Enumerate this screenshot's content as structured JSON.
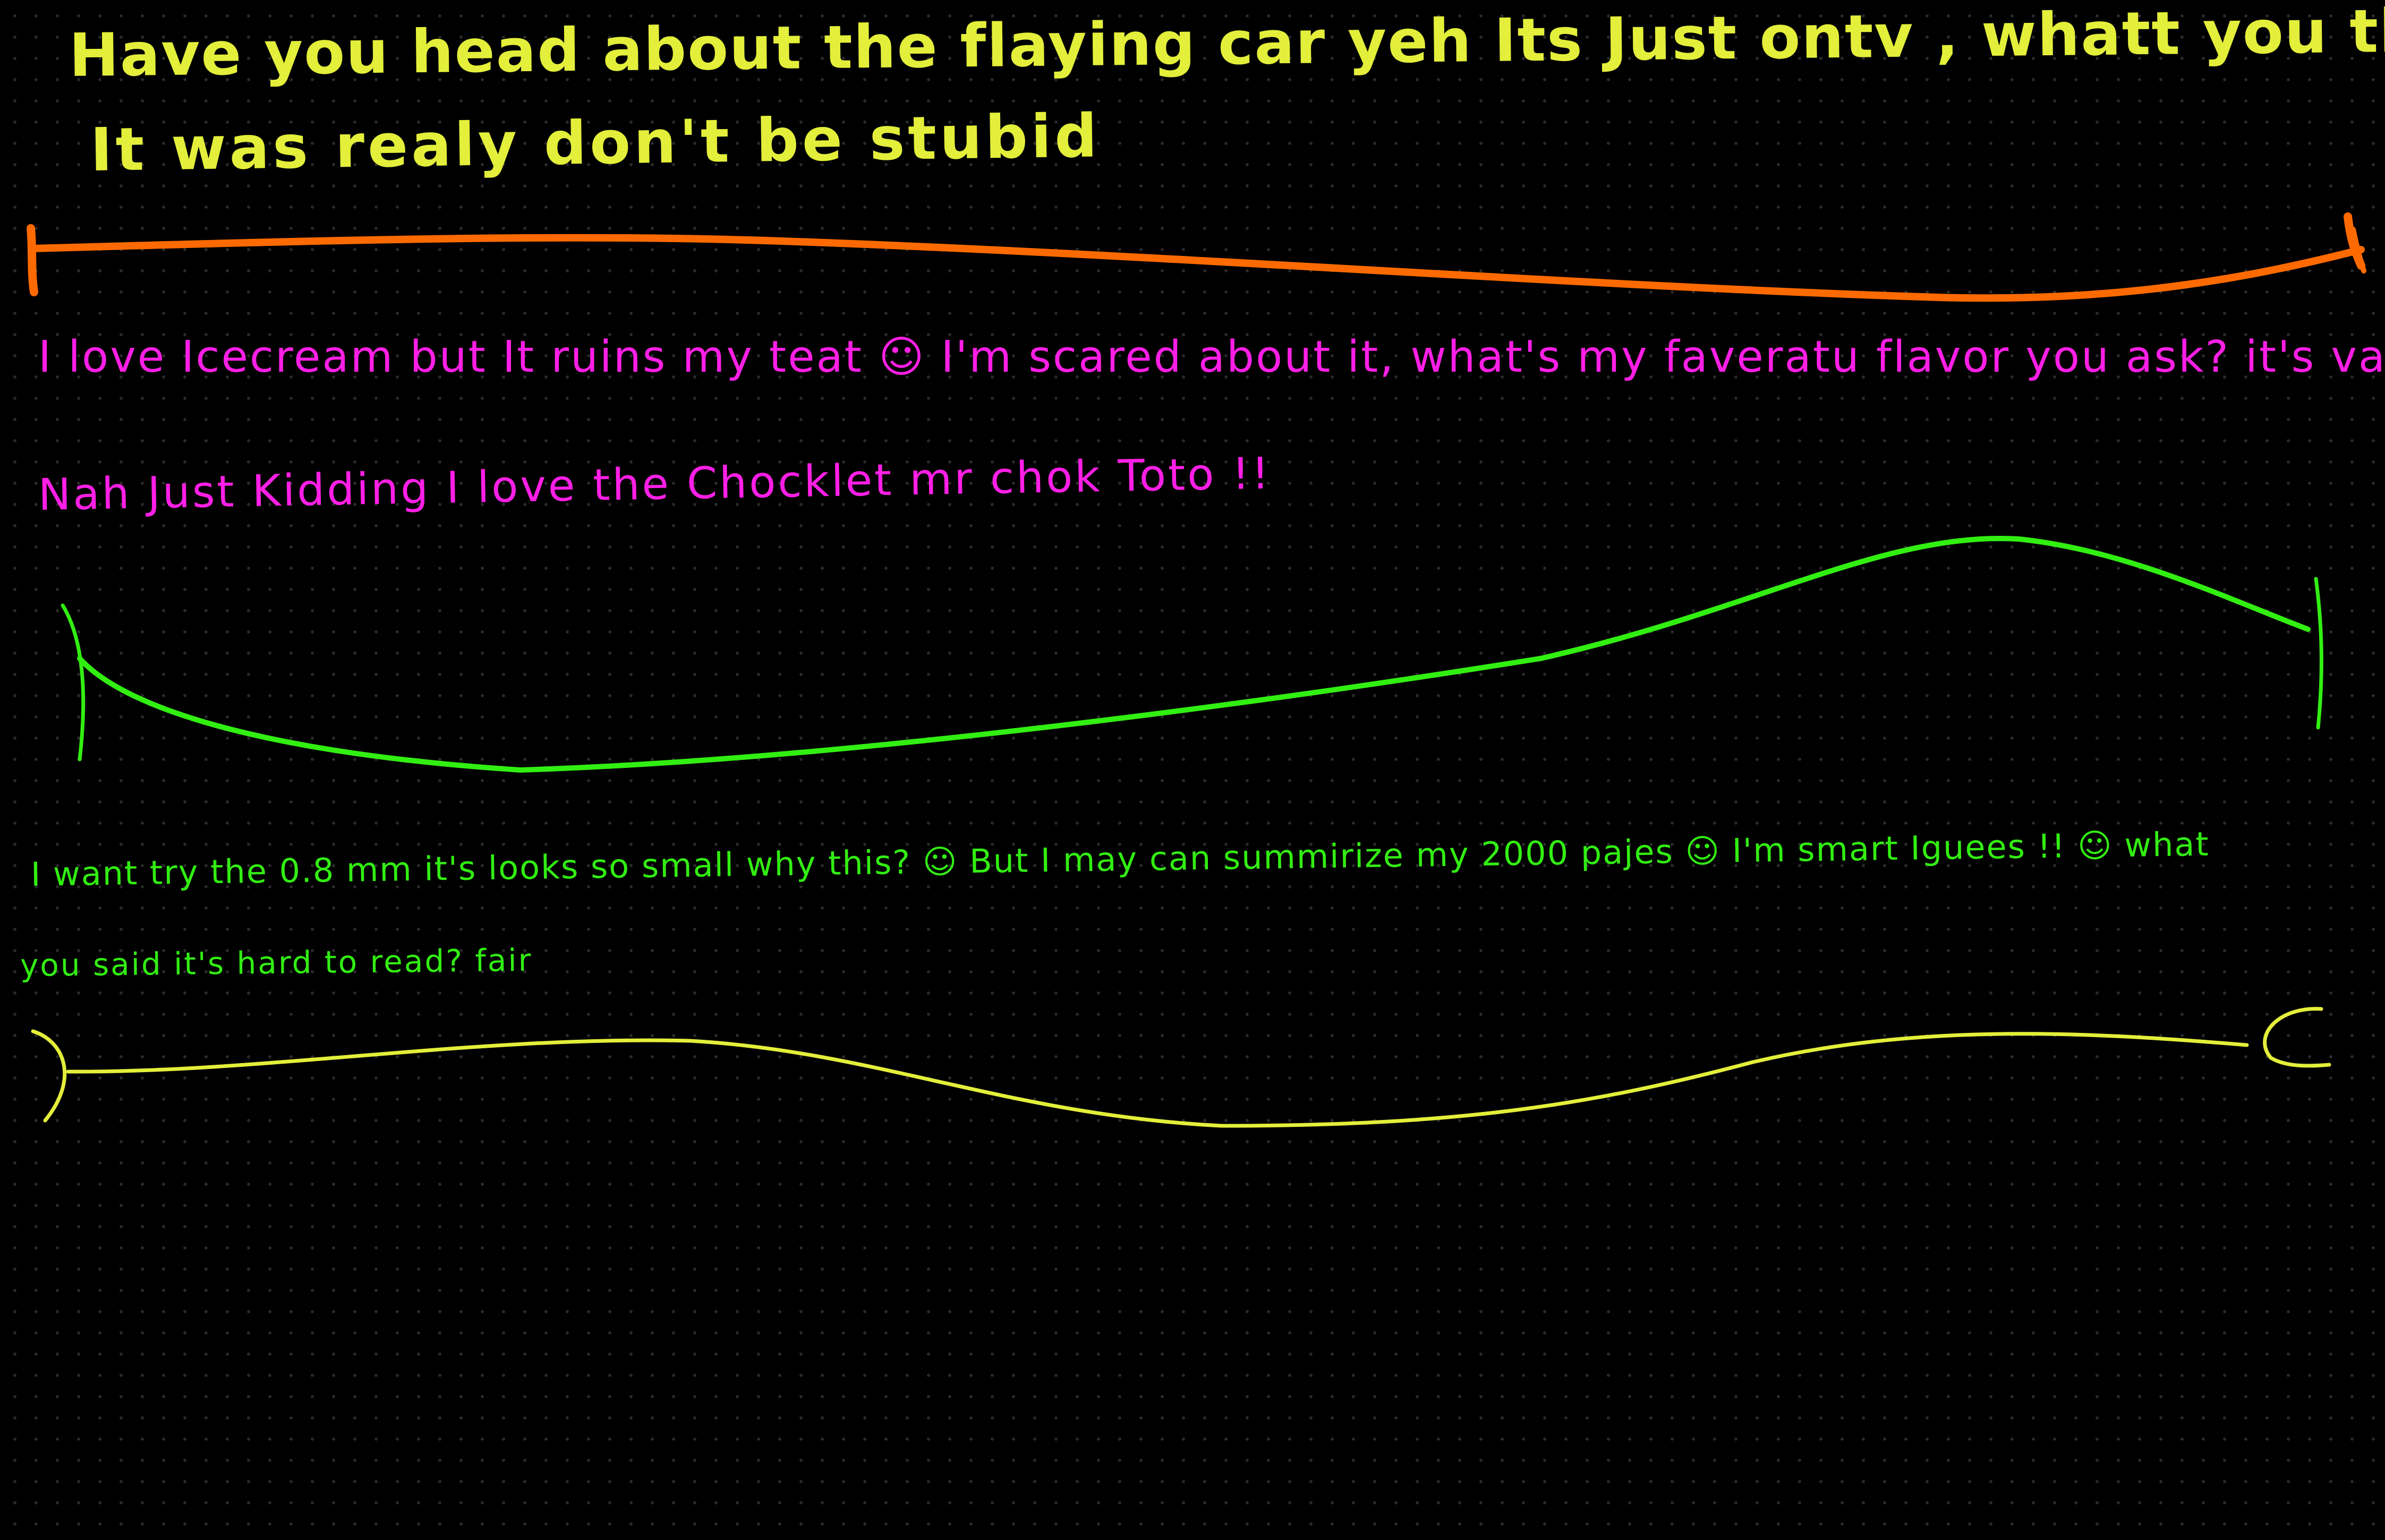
{
  "note": {
    "lines": [
      {
        "color": "#e3ef3a",
        "text_1": "Have you head about the flaying car  yeh Its Just ontv , whatt you thoght",
        "text_2": "It was realy don't  be stubid"
      },
      {
        "color": "#ff1fe6",
        "text_1": "I love Icecream but It ruins my teat ☺ I'm scared about it, what's my faveratu flavor you ask? it's vannila",
        "text_2": "Nah Just Kidding I love the Chocklet mr chok Toto !!"
      },
      {
        "color": "#32ef12",
        "text_1": "I want try the 0.8 mm it's looks so small why this? ☺ But I may can summirize my 2000 pajes ☺ I'm smart Iguees !! ☺ what",
        "text_2": "you said it's hard to read? fair"
      }
    ],
    "dividers": [
      {
        "name": "orange-divider",
        "color": "#ff6a00"
      },
      {
        "name": "green-divider",
        "color": "#32ef12"
      },
      {
        "name": "yellow-divider",
        "color": "#e3ef3a"
      }
    ]
  }
}
